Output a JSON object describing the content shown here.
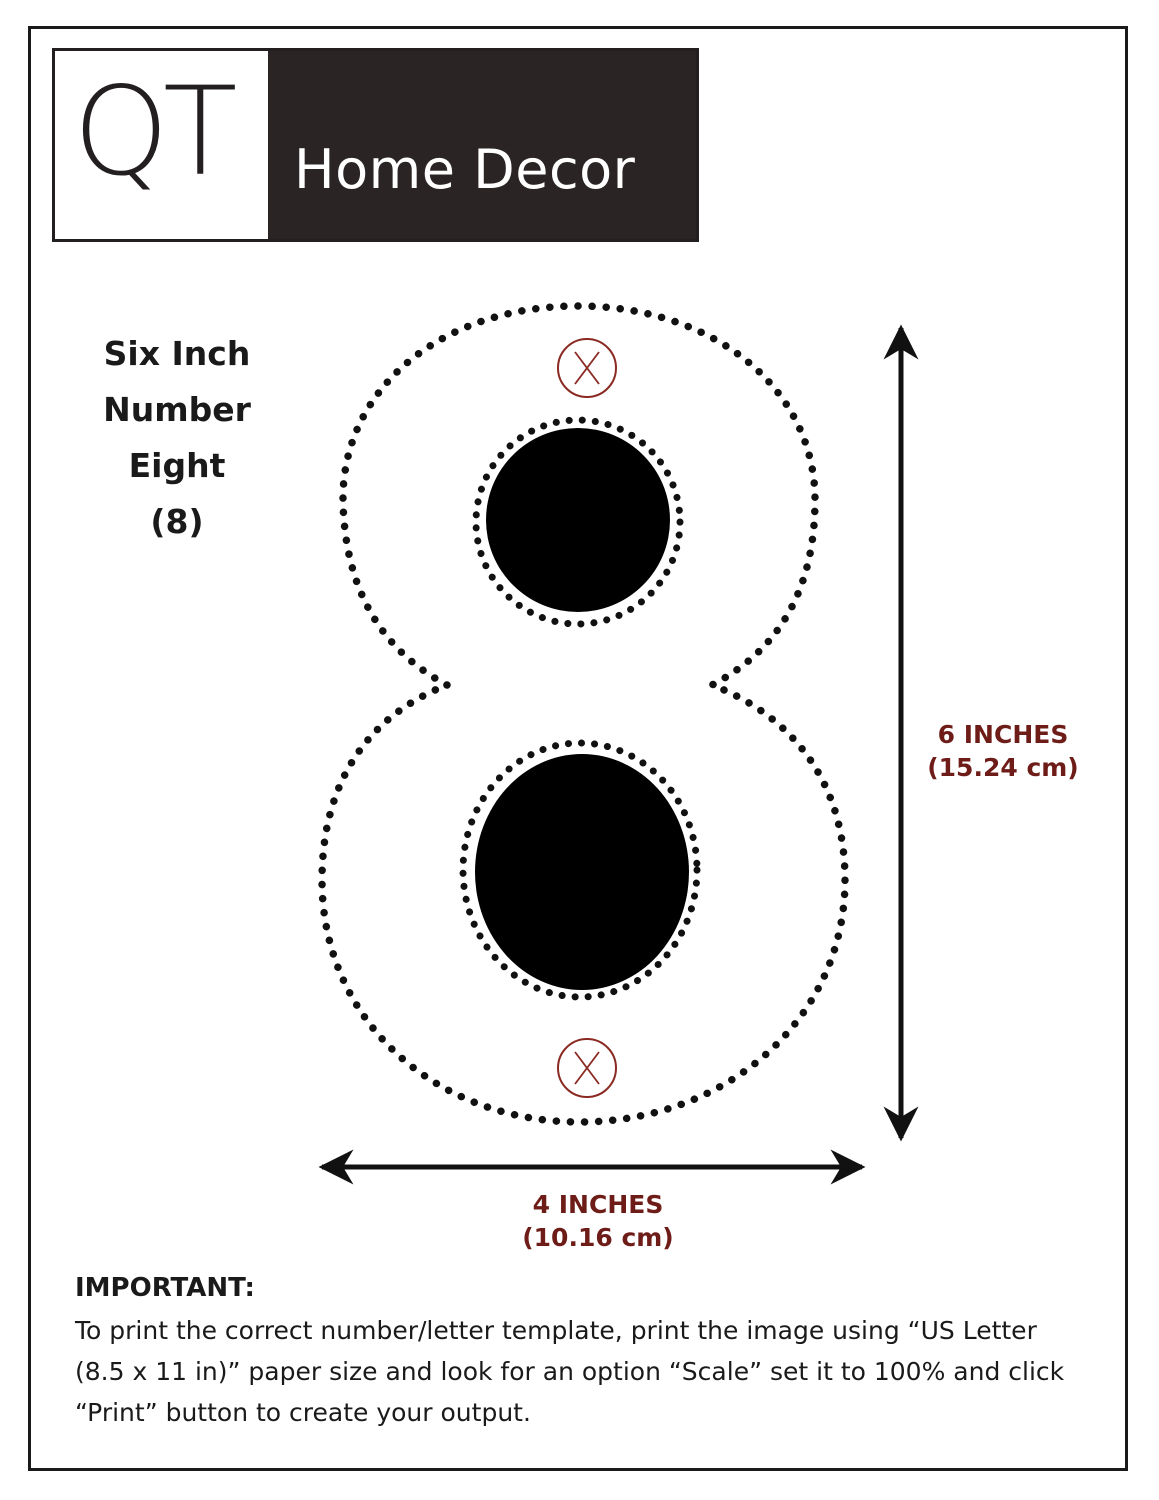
{
  "logo": {
    "mark": "QT",
    "name": "Home Decor"
  },
  "title": {
    "line1": "Six Inch",
    "line2": "Number",
    "line3": "Eight",
    "line4": "(8)"
  },
  "dimensions": {
    "height_label": "6 INCHES",
    "height_metric": "(15.24 cm)",
    "width_label": "4 INCHES",
    "width_metric": "(10.16 cm)"
  },
  "important": {
    "heading": "IMPORTANT:",
    "body": "To print the correct number/letter template, print the image using “US Letter (8.5 x 11 in)” paper size and look for an option “Scale” set it to 100% and click “Print” button to create your output."
  },
  "colors": {
    "dimension_text": "#6d1c18",
    "mount_marker": "#8a2a22",
    "logo_dark": "#2a2424"
  },
  "icons": {
    "mount_marker": "circled-x-icon",
    "arrow": "double-headed-arrow-icon"
  }
}
